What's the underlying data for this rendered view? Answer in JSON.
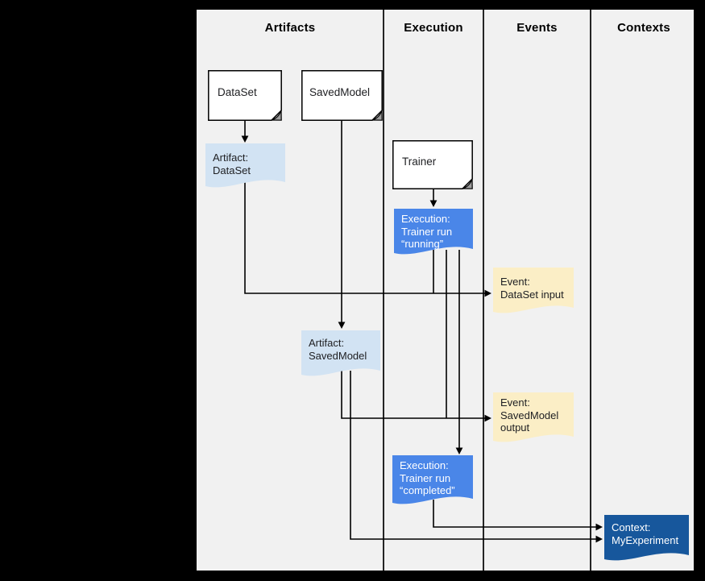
{
  "header": {
    "columns": [
      "Artifacts",
      "Execution",
      "Events",
      "Contexts"
    ]
  },
  "colors": {
    "canvas_bg": "#000000",
    "panel_bg": "#f1f1f1",
    "grid_line": "#000000",
    "box_fill": "#ffffff",
    "fold_fill": "#9e9e9e",
    "artifact_fill": "#d2e3f3",
    "execution_fill": "#4a86e8",
    "event_fill": "#fbeec6",
    "context_fill": "#17579c",
    "dark_text": "#202124",
    "light_text": "#ffffff"
  },
  "nodes": {
    "dataset": {
      "label": "DataSet"
    },
    "savedmodel": {
      "label": "SavedModel"
    },
    "trainer": {
      "label": "Trainer"
    },
    "artifact_dataset": {
      "label": "Artifact:\nDataSet"
    },
    "execution_running": {
      "label": "Execution:\nTrainer run\n“running”"
    },
    "event_dataset_input": {
      "label": "Event:\nDataSet input"
    },
    "artifact_savedmodel": {
      "label": "Artifact:\nSavedModel"
    },
    "event_savedmodel_output": {
      "label": "Event:\nSavedModel\noutput"
    },
    "execution_completed": {
      "label": "Execution:\nTrainer run\n“completed”"
    },
    "context_myexperiment": {
      "label": "Context:\nMyExperiment"
    }
  }
}
